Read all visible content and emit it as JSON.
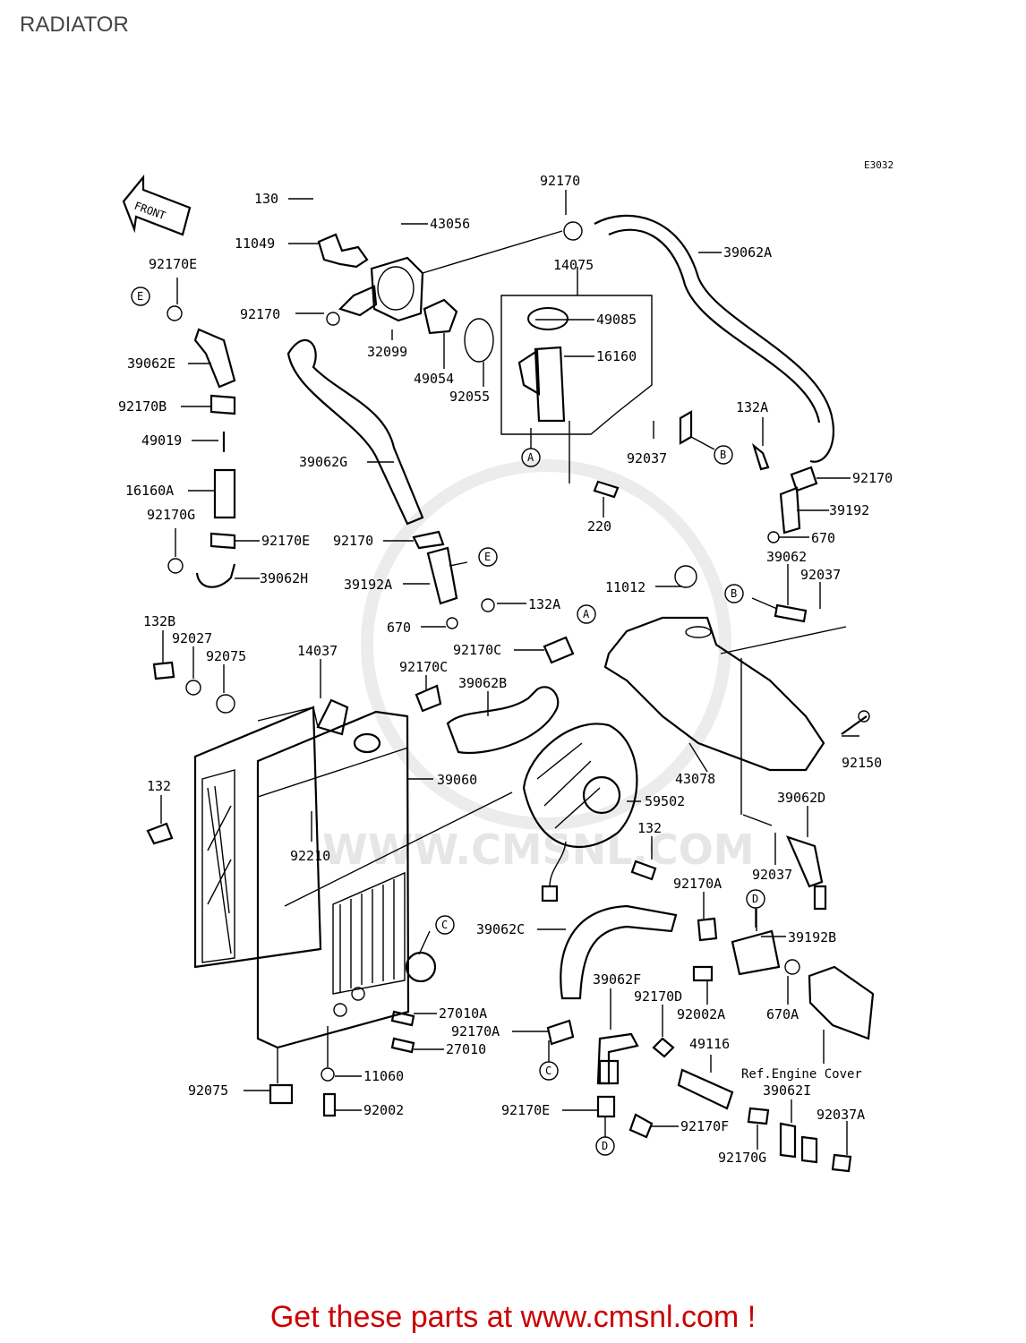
{
  "page": {
    "title": "RADIATOR",
    "diagram_code": "E3032",
    "footer_text": "Get these parts at www.cmsnl.com !"
  },
  "watermark": {
    "text": "WWW.CMSNL.COM"
  },
  "front_arrow": {
    "label": "FRONT"
  },
  "callouts": {
    "A": "A",
    "B": "B",
    "C": "C",
    "D": "D",
    "E": "E"
  },
  "notes": {
    "ref_engine_cover": "Ref.Engine Cover"
  },
  "parts": {
    "p130": "130",
    "p11049": "11049",
    "p43056": "43056",
    "p92170_top": "92170",
    "p39062A": "39062A",
    "p14075": "14075",
    "p49085": "49085",
    "p16160": "16160",
    "p92170E_l": "92170E",
    "p92170_l": "92170",
    "p32099": "32099",
    "p49054": "49054",
    "p92055": "92055",
    "p39062E": "39062E",
    "p92170B": "92170B",
    "p49019": "49019",
    "p16160A": "16160A",
    "p92170G_l": "92170G",
    "p92170E_m": "92170E",
    "p92170_m": "92170",
    "p39062H": "39062H",
    "p39062G": "39062G",
    "p92037_m": "92037",
    "p132A_r": "132A",
    "p92170_r": "92170",
    "p39192": "39192",
    "p670_r": "670",
    "p220": "220",
    "p39062": "39062",
    "p92037_r": "92037",
    "p11012": "11012",
    "p39192A": "39192A",
    "p132A_m": "132A",
    "p670_m": "670",
    "p92170C_a": "92170C",
    "p132B": "132B",
    "p92027": "92027",
    "p92075_t": "92075",
    "p14037": "14037",
    "p92170C_b": "92170C",
    "p39062B": "39062B",
    "p92150": "92150",
    "p43078": "43078",
    "p39060": "39060",
    "p59502": "59502",
    "p132_l": "132",
    "p92210": "92210",
    "p132_m": "132",
    "p39062D": "39062D",
    "p92037_b": "92037",
    "p92170A_r": "92170A",
    "p39192B": "39192B",
    "p39062C": "39062C",
    "p39062F": "39062F",
    "p92170D": "92170D",
    "p92002A": "92002A",
    "p670A": "670A",
    "p27010A": "27010A",
    "p92170A_m": "92170A",
    "p27010": "27010",
    "p49116": "49116",
    "p11060": "11060",
    "p92075_b": "92075",
    "p92002": "92002",
    "p92170E_b": "92170E",
    "p92170F": "92170F",
    "p39062I": "39062I",
    "p92037A": "92037A",
    "p92170G_b": "92170G"
  }
}
